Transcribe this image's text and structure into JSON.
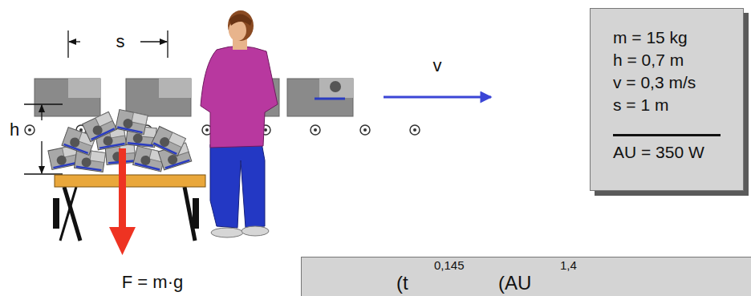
{
  "diagram": {
    "nodes": [
      {
        "text": [
          "m = 15 kg",
          "h = 0,7 m",
          "v = 0,3 m/s",
          "s = 1 m",
          "AU = 350 W"
        ]
      },
      {
        "text": [
          "(t",
          "0,145",
          "(AU",
          "1,4"
        ]
      }
    ],
    "edges": [],
    "labels": [
      "s",
      "h",
      "v",
      "F = m·g"
    ]
  }
}
